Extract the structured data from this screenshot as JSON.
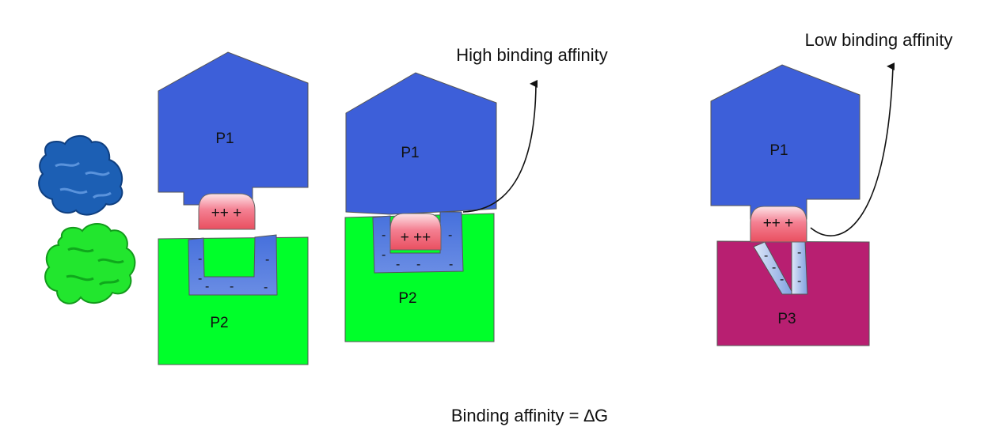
{
  "colors": {
    "p1": "#3d5fd9",
    "p2": "#00ff2a",
    "p3": "#b81f71",
    "positive_patch": "#f06070",
    "negative_groove": "#5f84e0",
    "protein_blue": "#1c5fb4",
    "protein_green": "#22e62e",
    "outline": "#555555"
  },
  "labels": {
    "p1": "P1",
    "p2": "P2",
    "p3": "P3",
    "high_affinity": "High binding affinity",
    "low_affinity": "Low binding affinity",
    "formula": "Binding affinity = ∆G",
    "charge_a": "++ +",
    "charge_b": "+ ++",
    "charge_c": "++ +",
    "minus": "-"
  }
}
